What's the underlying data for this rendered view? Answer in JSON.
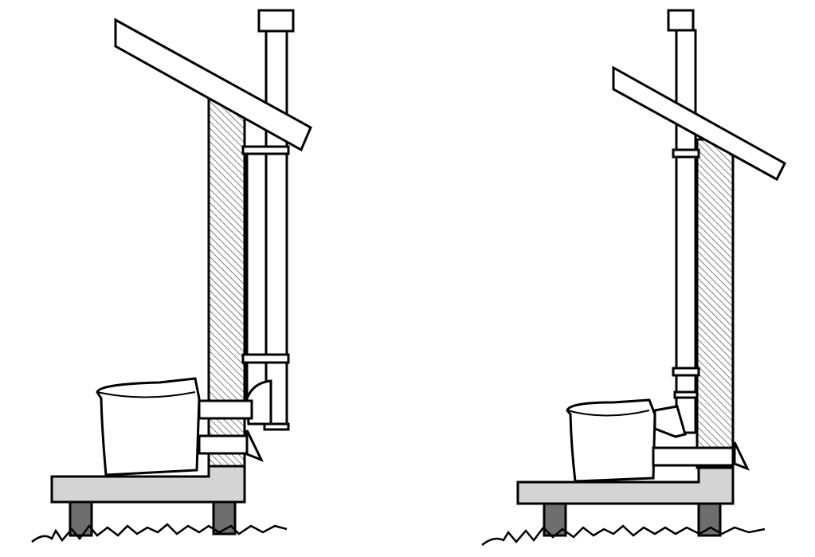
{
  "colors": {
    "line": "#000000",
    "floor": "#d4d4d4",
    "post": "#6e6e6e",
    "background": "#ffffff"
  },
  "diagrams": [
    {
      "id": "left",
      "variant": "vent-outside-wall"
    },
    {
      "id": "right",
      "variant": "vent-inside-wall"
    }
  ]
}
